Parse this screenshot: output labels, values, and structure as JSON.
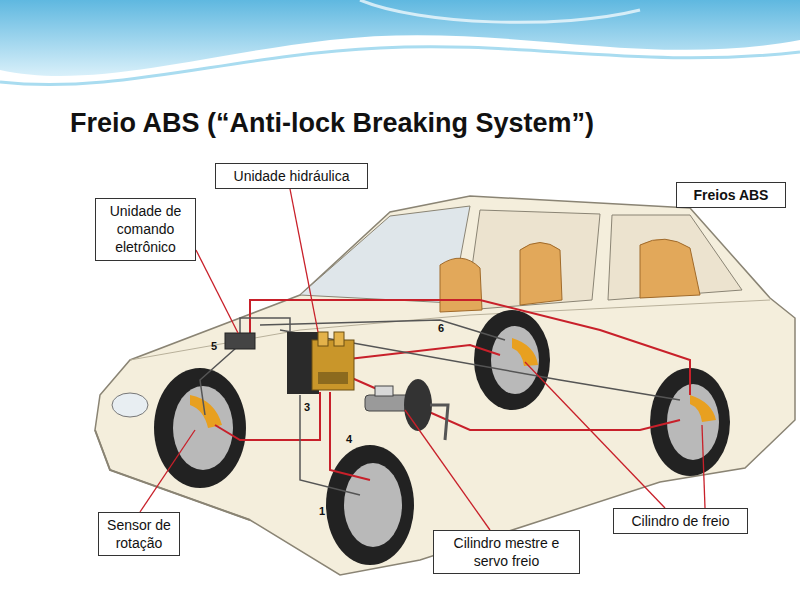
{
  "diagram": {
    "title": "Freio ABS (“Anti-lock Breaking System”)",
    "nodes": [
      {
        "text": [
          "Unidade hidráulica"
        ]
      },
      {
        "text": [
          "Unidade de comando eletrônico"
        ]
      },
      {
        "text": [
          "Freios ABS"
        ]
      },
      {
        "text": [
          "Sensor de rotação"
        ]
      },
      {
        "text": [
          "Cilindro mestre e servo freio"
        ]
      },
      {
        "text": [
          "Cilindro de freio"
        ]
      }
    ],
    "labels": [
      "5",
      "6",
      "3",
      "4",
      "1"
    ]
  }
}
